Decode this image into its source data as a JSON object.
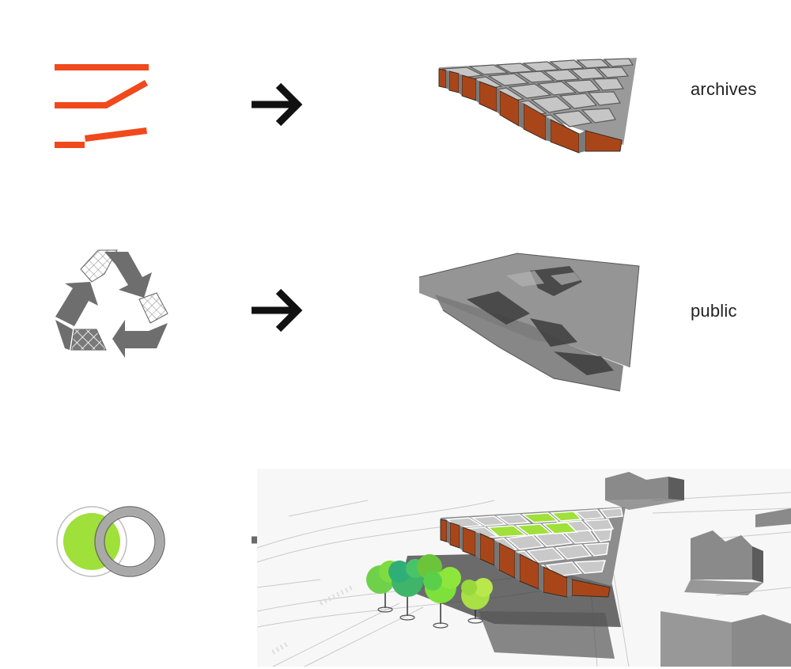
{
  "rows": [
    {
      "id": "archives",
      "label": "archives"
    },
    {
      "id": "public",
      "label": "public"
    },
    {
      "id": "combined",
      "label": ""
    }
  ],
  "colors": {
    "orange": "#f04a1c",
    "rust": "#a8461a",
    "gray": "#6e6e6e",
    "light_gray": "#a9a9a9",
    "green": "#9fe03a",
    "black_arrow": "#111111",
    "gray_arrow": "#6a6a6a"
  },
  "icons": {
    "row1": "orange-lines-icon",
    "row2": "recycle-icon",
    "row3": "overlapping-circles-icon"
  }
}
